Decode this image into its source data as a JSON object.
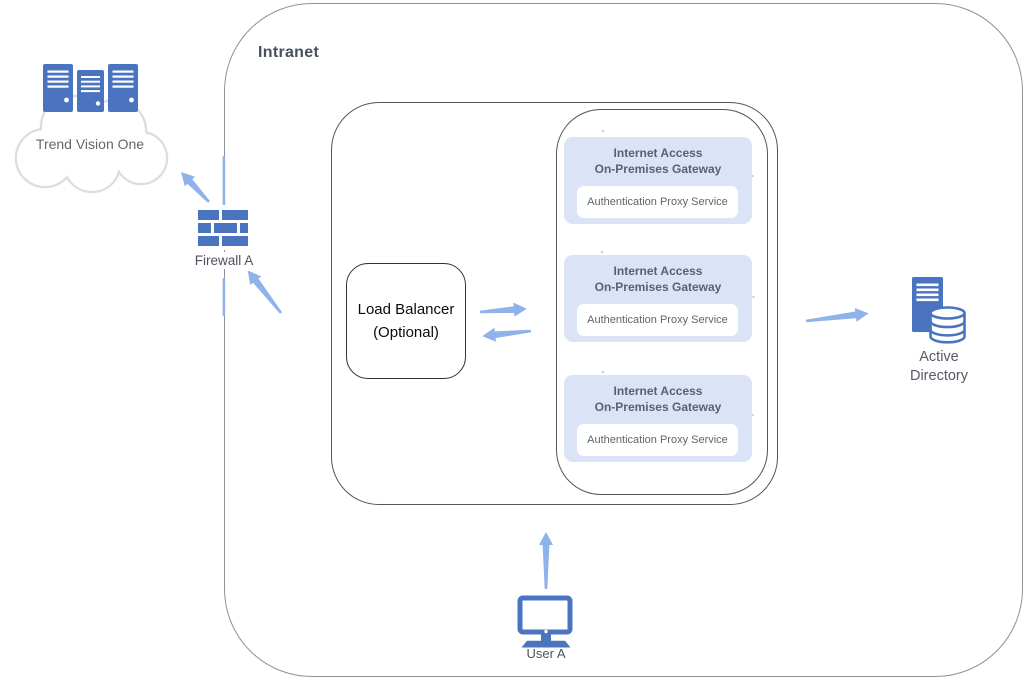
{
  "intranet": {
    "label": "Intranet"
  },
  "cloud": {
    "label": "Trend Vision One"
  },
  "firewall": {
    "label": "Firewall A"
  },
  "load_balancer": {
    "line1": "Load Balancer",
    "line2": "(Optional)"
  },
  "gateways": [
    {
      "title1": "Internet Access",
      "title2": "On-Premises Gateway",
      "service": "Authentication Proxy Service"
    },
    {
      "title1": "Internet Access",
      "title2": "On-Premises Gateway",
      "service": "Authentication Proxy Service"
    },
    {
      "title1": "Internet Access",
      "title2": "On-Premises Gateway",
      "service": "Authentication Proxy Service"
    }
  ],
  "active_directory": {
    "line1": "Active",
    "line2": "Directory"
  },
  "user": {
    "label": "User A"
  },
  "colors": {
    "icon_blue": "#4a74c0",
    "arrow_blue": "#8fb3e8",
    "gateway_fill": "#dbe3f6",
    "cloud_outline": "#d9dee5",
    "label_gray": "#545b64"
  },
  "icons": {
    "cloud_servers": "server-rack-cloud",
    "firewall": "brick-wall",
    "active_directory": "server-with-database",
    "user": "desktop-monitor"
  }
}
